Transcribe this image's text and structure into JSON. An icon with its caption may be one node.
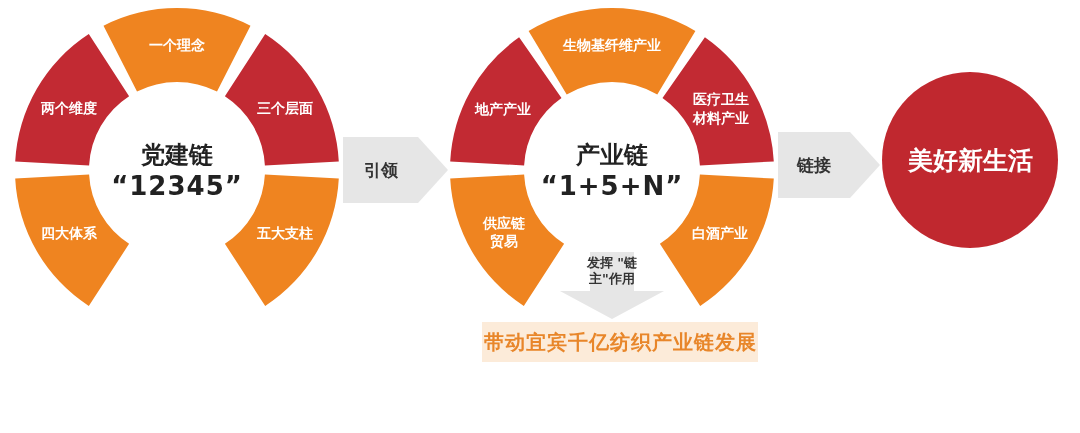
{
  "diagram": {
    "nodes": [
      {
        "text": [
          "党建链",
          "“12345”"
        ]
      },
      {
        "text": [
          "一个理念"
        ],
        "in": 0
      },
      {
        "text": [
          "两个维度"
        ],
        "in": 0
      },
      {
        "text": [
          "三个层面"
        ],
        "in": 0
      },
      {
        "text": [
          "四大体系"
        ],
        "in": 0
      },
      {
        "text": [
          "五大支柱"
        ],
        "in": 0
      },
      {
        "text": [
          "产业链",
          "“1+5+N”"
        ]
      },
      {
        "text": [
          "生物基纤维产业"
        ],
        "in": 6
      },
      {
        "text": [
          "地产产业"
        ],
        "in": 6
      },
      {
        "text": [
          "医疗卫生材料产业"
        ],
        "in": 6
      },
      {
        "text": [
          "供应链贸易"
        ],
        "in": 6
      },
      {
        "text": [
          "白酒产业"
        ],
        "in": 6
      },
      {
        "text": [
          "带动宜宾千亿纺织产业链发展"
        ]
      },
      {
        "text": [
          "美好新生活"
        ]
      }
    ],
    "edges": [
      {
        "from": 0,
        "to": 6,
        "arrow": "to",
        "label": "引领"
      },
      {
        "from": 6,
        "to": 13,
        "arrow": "to",
        "label": "链接"
      },
      {
        "from": 6,
        "to": 12,
        "arrow": "to",
        "label": "发挥 \"链主\"作用"
      }
    ]
  }
}
